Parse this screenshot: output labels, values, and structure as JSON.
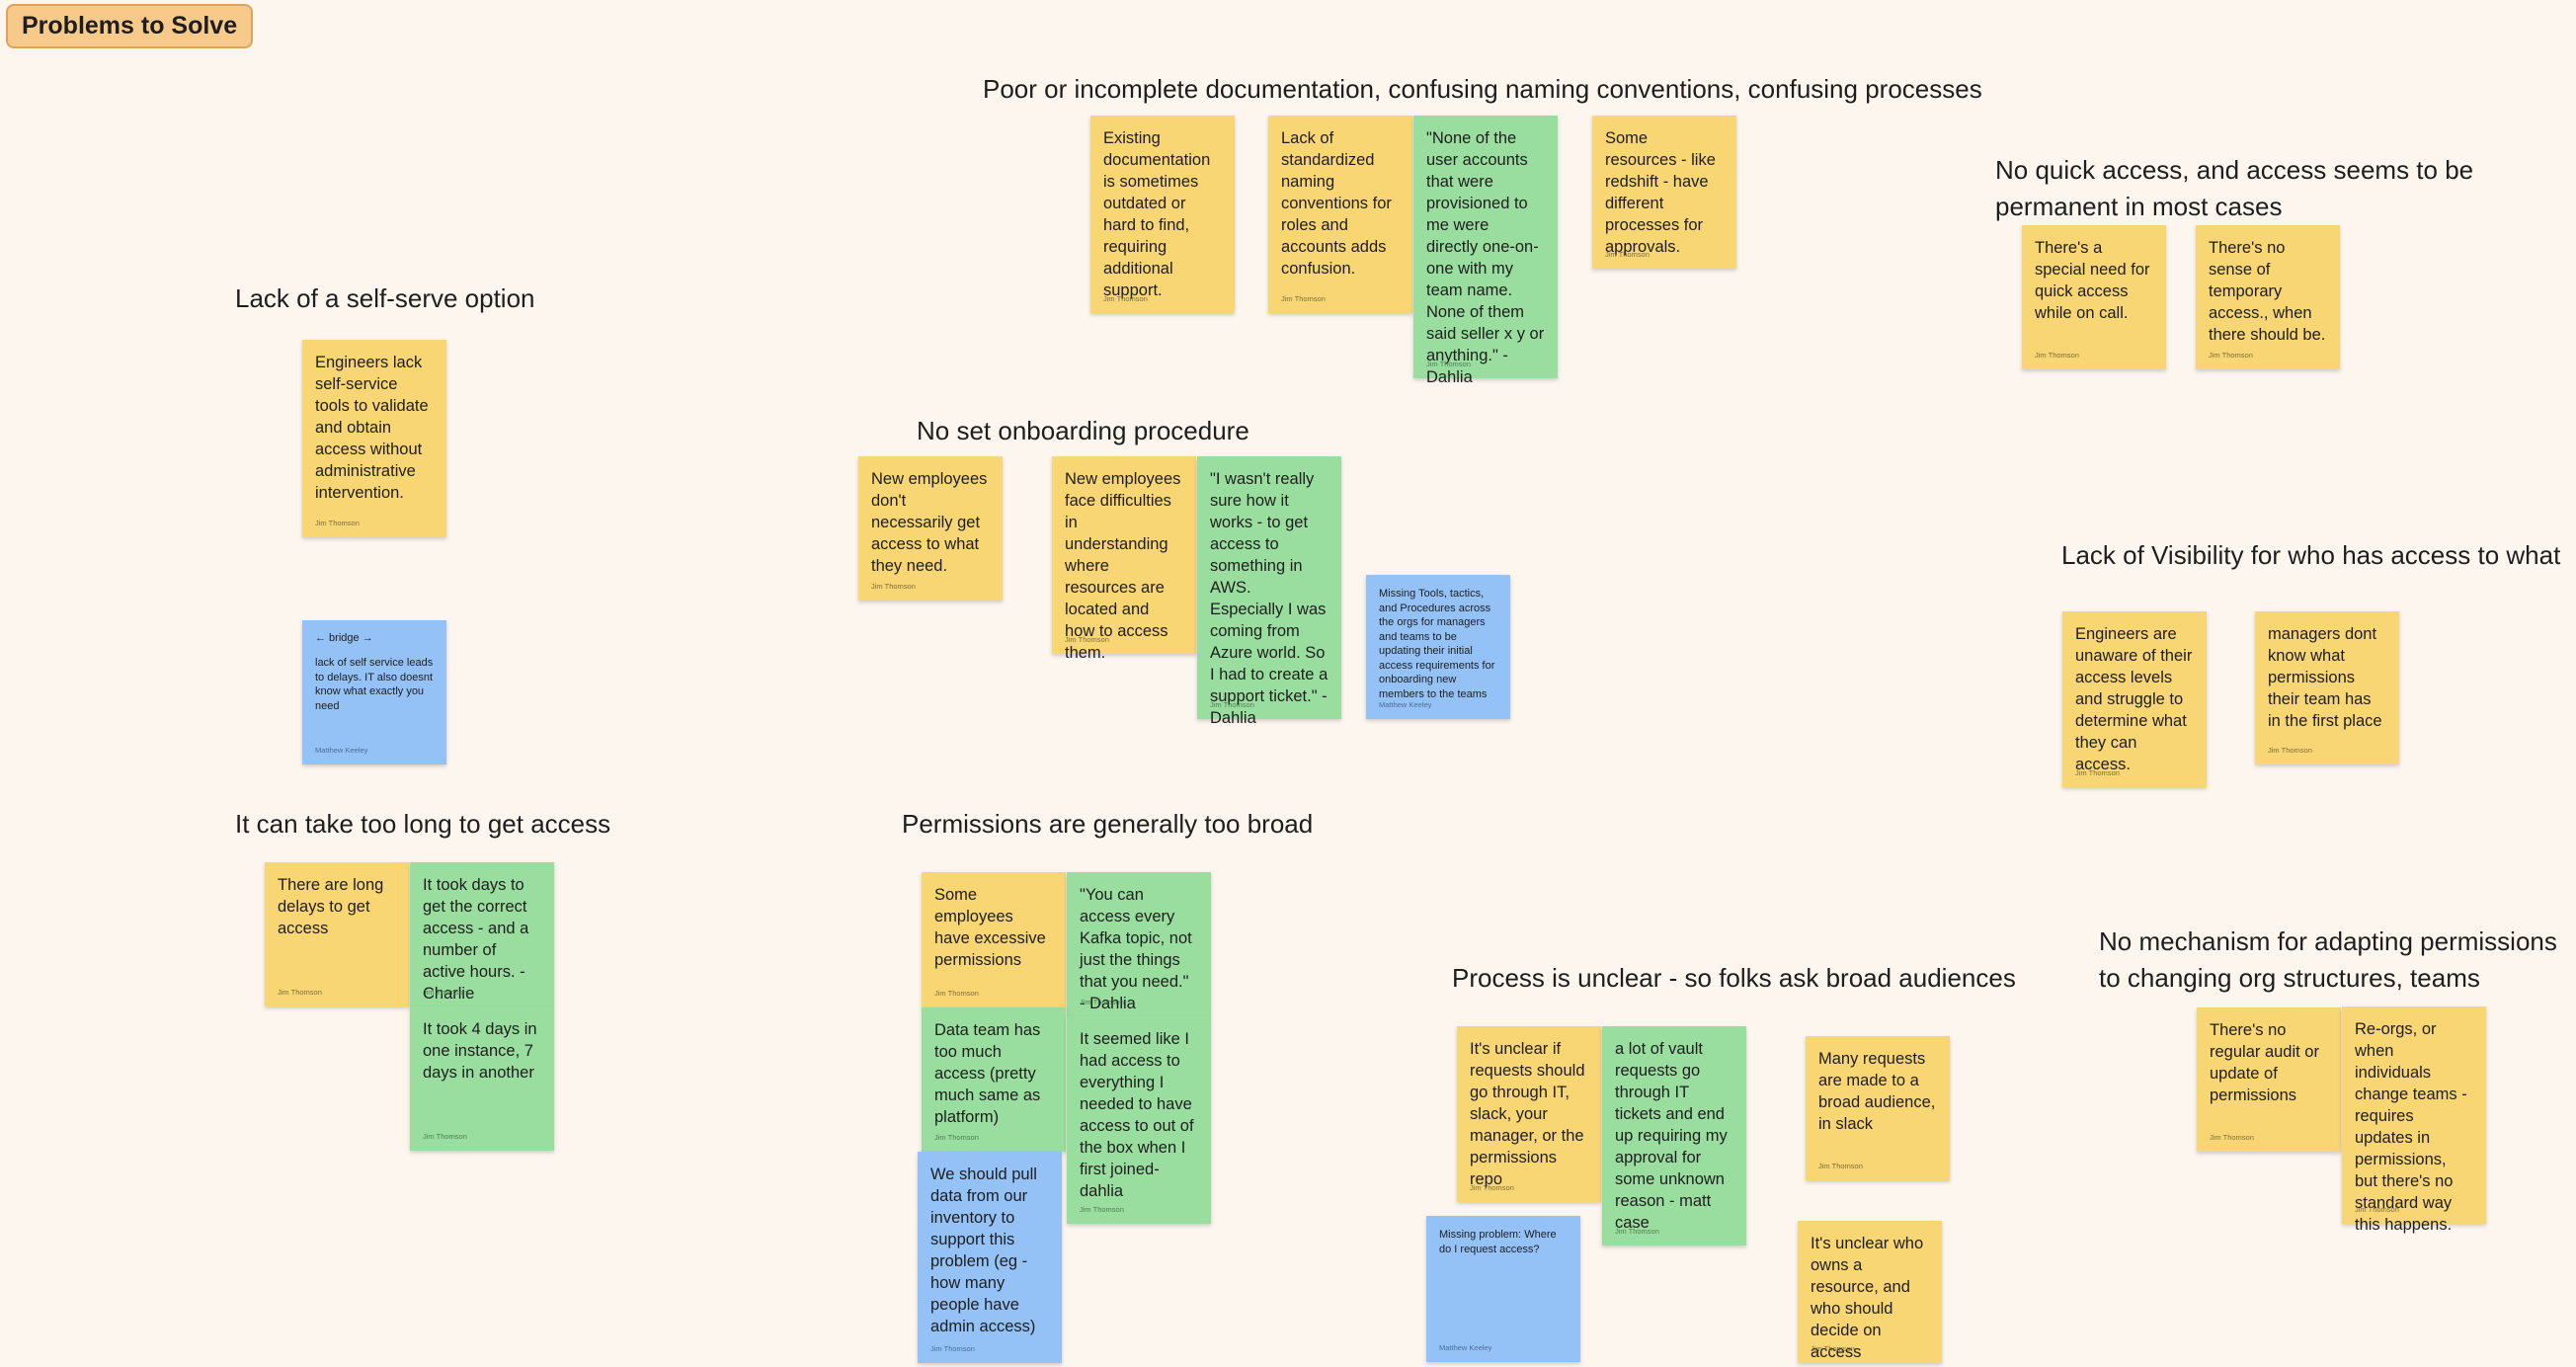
{
  "board_tag": "Problems to Solve",
  "headings": {
    "documentation": "Poor or incomplete documentation, confusing naming conventions, confusing processes",
    "quick_access_1": "No quick access, and access seems to be",
    "quick_access_2": "permanent in most cases",
    "self_serve": "Lack of a self-serve option",
    "onboarding": "No set onboarding procedure",
    "visibility": "Lack of Visibility for who has access to what",
    "too_long": "It can take too long to get access",
    "too_broad": "Permissions are generally too broad",
    "unclear": "Process is unclear - so folks ask broad audiences",
    "mechanism_1": "No mechanism for adapting permissions",
    "mechanism_2": "to changing org structures, teams"
  },
  "notes": {
    "doc1": {
      "text": "Existing documentation is sometimes outdated or hard to find, requiring additional support.",
      "author": "Jim Thomson"
    },
    "doc2": {
      "text": "Lack of standardized naming conventions for roles and accounts adds confusion.",
      "author": "Jim Thomson"
    },
    "doc3": {
      "text": "\"None of the user accounts that were provisioned to me were directly one-on-one with my team name. None of them said seller x y or anything.\" - Dahlia",
      "author": "Jim Thomson"
    },
    "doc4": {
      "text": "Some resources - like redshift - have different processes for approvals.",
      "author": "Jim Thomson"
    },
    "qa1": {
      "text": "There's a special need for quick access while on call.",
      "author": "Jim Thomson"
    },
    "qa2": {
      "text": "There's no sense of temporary access., when there should be.",
      "author": "Jim Thomson"
    },
    "ss1": {
      "text": "Engineers lack self-service tools to validate and obtain access without administrative intervention.",
      "author": "Jim Thomson"
    },
    "ss2": {
      "bridge": "← bridge →",
      "text": "lack of self service leads to delays. IT also doesnt know what exactly you need",
      "author": "Matthew Keeley"
    },
    "ob1": {
      "text": "New employees don't necessarily get access to what they need.",
      "author": "Jim Thomson"
    },
    "ob2": {
      "text": "New employees face difficulties in understanding where resources are located and how to access them.",
      "author": "Jim Thomson"
    },
    "ob3": {
      "text": "\"I wasn't really sure how it works - to get access to something in AWS. Especially I was coming from Azure world. So I had to create a support ticket.\" - Dahlia",
      "author": "Jim Thomson"
    },
    "ob4": {
      "text": "Missing Tools, tactics, and Procedures across the orgs for managers and teams to be updating their initial access requirements for onboarding new members to the teams",
      "author": "Matthew Keeley"
    },
    "vis1": {
      "text": "Engineers are unaware of their access levels and struggle to determine what they can access.",
      "author": "Jim Thomson"
    },
    "vis2": {
      "text": "managers dont know what permissions their team has in the first place",
      "author": "Jim Thomson"
    },
    "tl1": {
      "text": "There are long delays to get access",
      "author": "Jim Thomson"
    },
    "tl2": {
      "text": "It took days to get the correct access - and a number of active hours. - Charlie",
      "author": "Jim Thomson"
    },
    "tl3": {
      "text": "It took 4 days in one instance, 7 days in another",
      "author": "Jim Thomson"
    },
    "tb1": {
      "text": "Some employees have excessive permissions",
      "author": "Jim Thomson"
    },
    "tb2": {
      "text": "\"You can access every Kafka topic, not just the things that you need.\" - Dahlia",
      "author": "Jim Thomson"
    },
    "tb3": {
      "text": "Data team has too much access (pretty much same as platform)",
      "author": "Jim Thomson"
    },
    "tb4": {
      "text": "It seemed like I had access to everything I needed to have access to out of the box when I first joined- dahlia",
      "author": "Jim Thomson"
    },
    "tb5": {
      "text": "We should pull data from our inventory to support this problem (eg - how many people have admin access)",
      "author": "Jim Thomson"
    },
    "pu1": {
      "text": "It's unclear if requests should go through IT, slack, your manager, or the permissions repo",
      "author": "Jim Thomson"
    },
    "pu2": {
      "text": "a lot of vault requests go through IT tickets and end up requiring my approval for some unknown reason - matt case",
      "author": "Jim Thomson"
    },
    "pu3": {
      "text": "Many requests are made to a broad audience, in slack",
      "author": "Jim Thomson"
    },
    "pu4": {
      "text": "Missing problem: Where do I request access?",
      "author": "Matthew Keeley"
    },
    "pu5": {
      "text": "It's unclear who owns a resource, and who should decide on access",
      "author": "Jim Thomson"
    },
    "mc1": {
      "text": "There's no regular audit or update of permissions",
      "author": "Jim Thomson"
    },
    "mc2": {
      "text": "Re-orgs, or when individuals change teams - requires updates in permissions, but there's no standard way this happens.",
      "author": "Jim Thomson"
    }
  }
}
